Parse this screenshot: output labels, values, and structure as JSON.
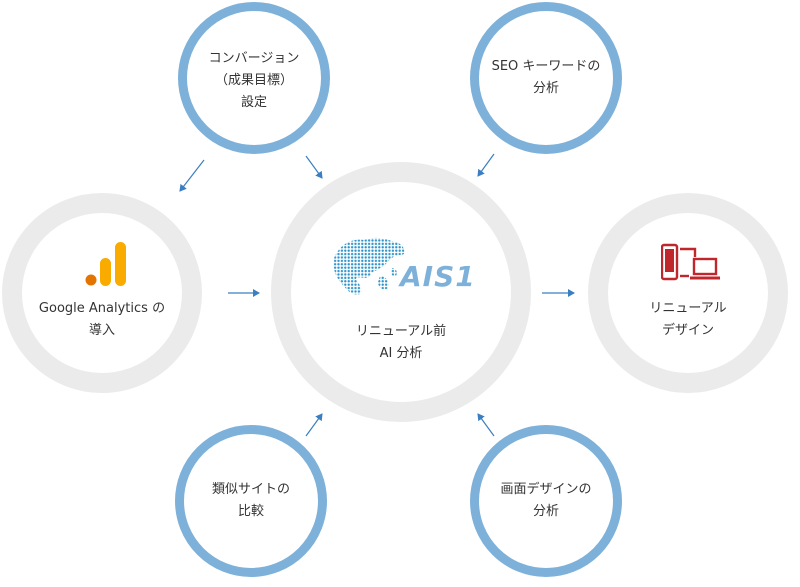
{
  "center": {
    "logo_text": "AIS1",
    "label_lines": [
      "リニューアル前",
      "AI 分析"
    ]
  },
  "top_left": {
    "label_lines": [
      "コンバージョン",
      "（成果目標）",
      "設定"
    ]
  },
  "top_right": {
    "label_lines": [
      "SEO キーワードの",
      "分析"
    ]
  },
  "bottom_left": {
    "label_lines": [
      "類似サイトの",
      "比較"
    ]
  },
  "bottom_right": {
    "label_lines": [
      "画面デザインの",
      "分析"
    ]
  },
  "left": {
    "label_lines": [
      "Google Analytics の",
      "導入"
    ],
    "icon": "google-analytics-icon"
  },
  "right": {
    "label_lines": [
      "リニューアル",
      "デザイン"
    ],
    "icon": "devices-icon"
  },
  "colors": {
    "blue_ring": "#7eb1d9",
    "gray_ring": "#ebebeb",
    "arrow": "#3a7fc1",
    "analytics_orange": "#f9ab00",
    "analytics_dark": "#e37400",
    "devices_red": "#c0272d",
    "globe_blue": "#2f93c9"
  }
}
